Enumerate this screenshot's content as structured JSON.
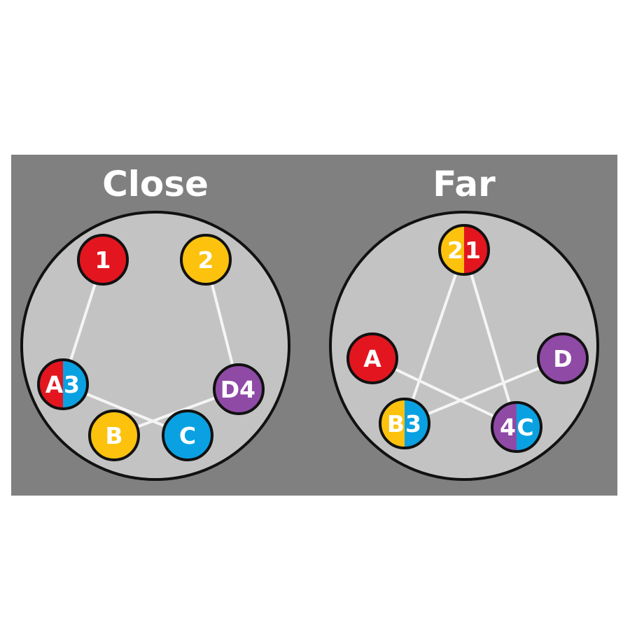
{
  "colors": {
    "frame": "#808080",
    "disc": "#c3c3c3",
    "outline": "#111111",
    "link": "#f5f5f5",
    "text": "#ffffff",
    "red": "#e3161f",
    "yellow": "#fcc20d",
    "blue": "#0aa1e2",
    "purple": "#8f4aa6"
  },
  "panels": [
    {
      "title": "Close",
      "nodes": [
        {
          "id": "n1",
          "parts": [
            {
              "label": "1",
              "color": "red"
            }
          ]
        },
        {
          "id": "n2",
          "parts": [
            {
              "label": "2",
              "color": "yellow"
            }
          ]
        },
        {
          "id": "nA3",
          "parts": [
            {
              "label": "A",
              "color": "red"
            },
            {
              "label": "3",
              "color": "blue"
            }
          ]
        },
        {
          "id": "nD4",
          "parts": [
            {
              "label": "D",
              "color": "purple"
            },
            {
              "label": "4",
              "color": "purple"
            }
          ]
        },
        {
          "id": "nB",
          "parts": [
            {
              "label": "B",
              "color": "yellow"
            }
          ]
        },
        {
          "id": "nC",
          "parts": [
            {
              "label": "C",
              "color": "blue"
            }
          ]
        }
      ],
      "links": [
        [
          "n1",
          "nA3"
        ],
        [
          "n2",
          "nD4"
        ],
        [
          "nA3",
          "nC"
        ],
        [
          "nD4",
          "nB"
        ]
      ]
    },
    {
      "title": "Far",
      "nodes": [
        {
          "id": "n21",
          "parts": [
            {
              "label": "2",
              "color": "yellow"
            },
            {
              "label": "1",
              "color": "red"
            }
          ]
        },
        {
          "id": "nA",
          "parts": [
            {
              "label": "A",
              "color": "red"
            }
          ]
        },
        {
          "id": "nD",
          "parts": [
            {
              "label": "D",
              "color": "purple"
            }
          ]
        },
        {
          "id": "nB3",
          "parts": [
            {
              "label": "B",
              "color": "yellow"
            },
            {
              "label": "3",
              "color": "blue"
            }
          ]
        },
        {
          "id": "n4C",
          "parts": [
            {
              "label": "4",
              "color": "purple"
            },
            {
              "label": "C",
              "color": "blue"
            }
          ]
        }
      ],
      "links": [
        [
          "n21",
          "nB3"
        ],
        [
          "n21",
          "n4C"
        ],
        [
          "nA",
          "n4C"
        ],
        [
          "nD",
          "nB3"
        ]
      ]
    }
  ]
}
